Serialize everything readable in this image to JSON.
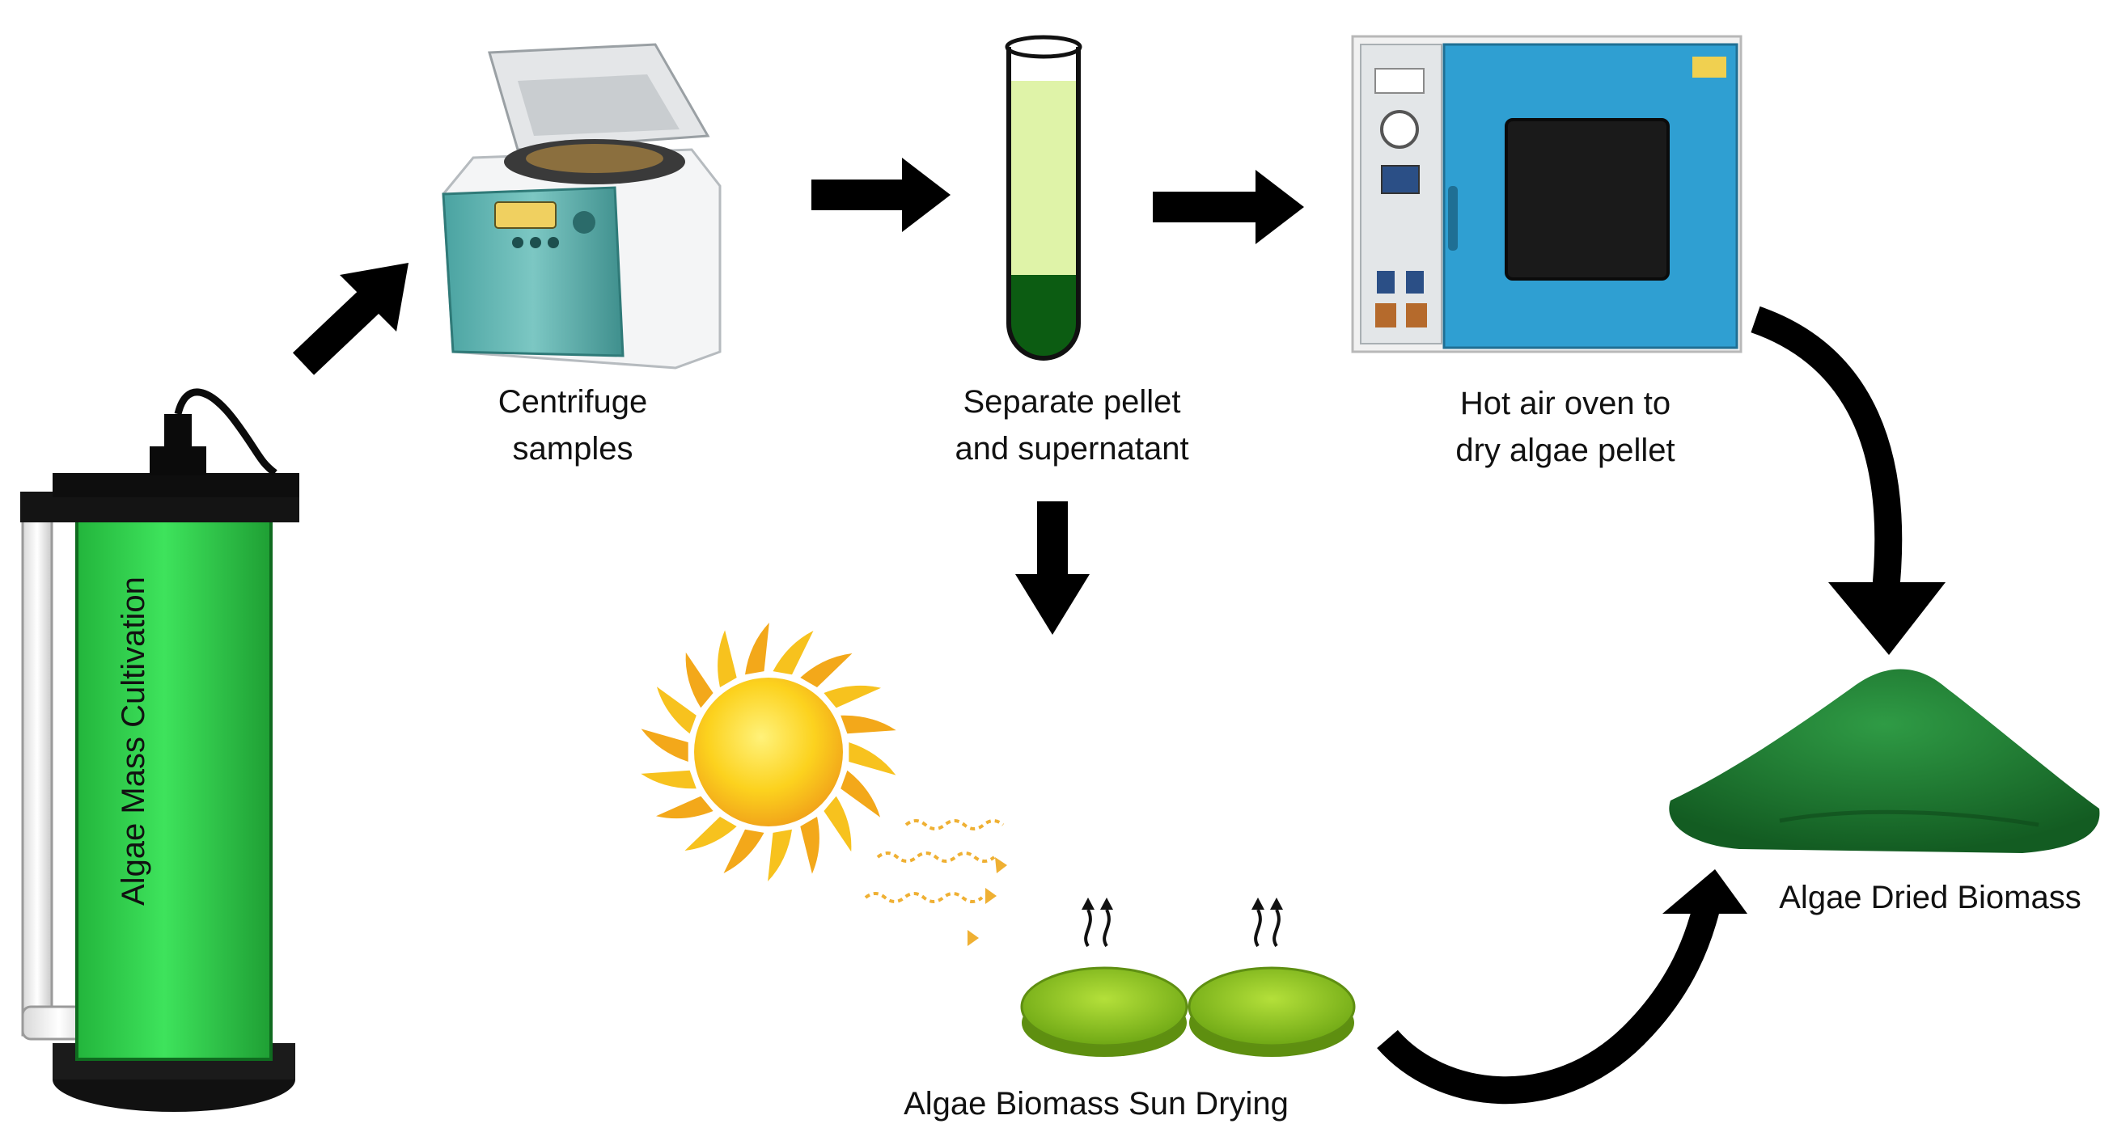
{
  "labels": {
    "cultivation": "Algae Mass Cultivation",
    "centrifuge_line1": "Centrifuge",
    "centrifuge_line2": "samples",
    "separate_line1": "Separate pellet",
    "separate_line2": "and supernatant",
    "oven_line1": "Hot air oven to",
    "oven_line2": "dry algae pellet",
    "sun_drying": "Algae Biomass Sun Drying",
    "dried_biomass": "Algae Dried Biomass"
  },
  "colors": {
    "algae_green": "#2ecc4a",
    "dark_green": "#0c5c12",
    "pellet_green": "#1f7a1f",
    "supernatant": "#dff3a8",
    "powder_green": "#1f7a34",
    "oven_blue": "#2f9fd2",
    "centrifuge_teal": "#5fb2b0",
    "sun_core": "#fbcd1a",
    "sun_ray": "#f3a81a",
    "petri_green": "#8fc51d",
    "arrow": "#000000"
  },
  "icons": {
    "cultivation": "photobioreactor-icon",
    "centrifuge": "centrifuge-icon",
    "tube": "test-tube-icon",
    "oven": "hot-air-oven-icon",
    "sun": "sun-icon",
    "petri": "petri-dish-icon",
    "powder": "powder-pile-icon"
  }
}
